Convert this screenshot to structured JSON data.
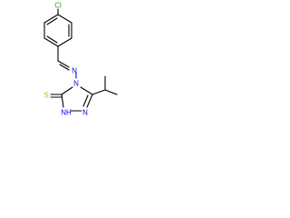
{
  "molecule": {
    "atom_labels": {
      "chlorine": "Cl",
      "imine_nitrogen": "N",
      "ring_nitrogen_4": "N",
      "thione_sulfur": "S",
      "ring_nh": "NH",
      "ring_nitrogen_2": "N"
    },
    "colors": {
      "bond": "#000000",
      "chlorine": "#1fa01f",
      "nitrogen": "#0000ff",
      "sulfur": "#b8b800"
    }
  }
}
